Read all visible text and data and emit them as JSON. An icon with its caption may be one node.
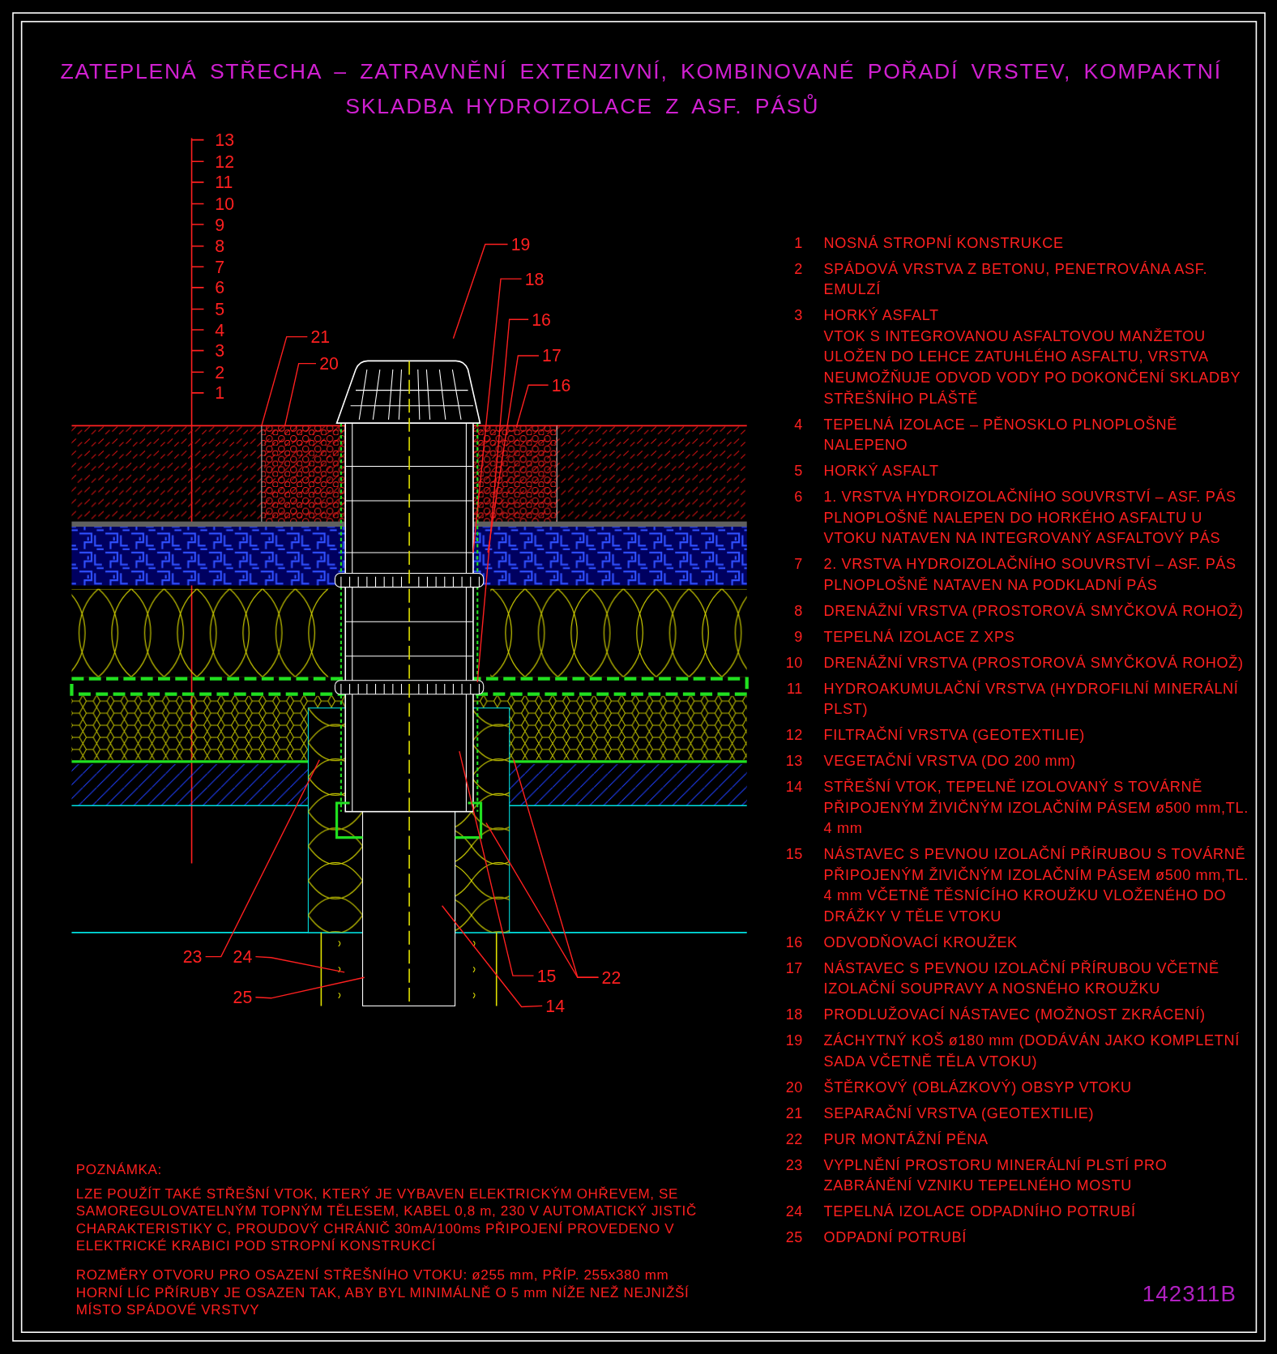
{
  "diagram": {
    "title": "ZATEPLENÁ STŘECHA – ZATRAVNĚNÍ EXTENZIVNÍ, KOMBINOVANÉ POŘADÍ VRSTEV, KOMPAKTNÍ SKLADBA HYDROIZOLACE Z ASF. PÁSŮ",
    "nodes": [
      {
        "text": [
          "19"
        ]
      },
      {
        "text": [
          "18"
        ]
      },
      {
        "text": [
          "16"
        ]
      },
      {
        "text": [
          "21"
        ]
      },
      {
        "text": [
          "17"
        ]
      },
      {
        "text": [
          "20"
        ]
      },
      {
        "text": [
          "16"
        ]
      },
      {
        "text": [
          "23"
        ]
      },
      {
        "text": [
          "24"
        ]
      },
      {
        "text": [
          "15"
        ]
      },
      {
        "text": [
          "22"
        ]
      },
      {
        "text": [
          "25"
        ]
      },
      {
        "text": [
          "14"
        ]
      }
    ],
    "edges": [
      {
        "from": 0,
        "to": null,
        "arrow": "none"
      },
      {
        "from": 1,
        "to": null,
        "arrow": "none"
      },
      {
        "from": 2,
        "to": null,
        "arrow": "none"
      },
      {
        "from": 3,
        "to": null,
        "arrow": "none"
      },
      {
        "from": 4,
        "to": null,
        "arrow": "none"
      },
      {
        "from": 5,
        "to": null,
        "arrow": "none"
      },
      {
        "from": 6,
        "to": null,
        "arrow": "none"
      },
      {
        "from": 7,
        "to": null,
        "arrow": "none"
      },
      {
        "from": 8,
        "to": null,
        "arrow": "none"
      },
      {
        "from": 9,
        "to": null,
        "arrow": "none"
      },
      {
        "from": 10,
        "to": null,
        "arrow": "none"
      },
      {
        "from": 10,
        "to": null,
        "arrow": "none"
      },
      {
        "from": 11,
        "to": null,
        "arrow": "none"
      },
      {
        "from": 12,
        "to": null,
        "arrow": "none"
      }
    ],
    "labels": [
      "13",
      "12",
      "11",
      "10",
      "9",
      "8",
      "7",
      "6",
      "5",
      "4",
      "3",
      "2",
      "1",
      "1",
      "NOSNÁ STROPNÍ KONSTRUKCE",
      "2",
      "SPÁDOVÁ VRSTVA Z BETONU, PENETROVÁNA ASF. EMULZÍ",
      "3",
      "HORKÝ ASFALT",
      "VTOK S INTEGROVANOU ASFALTOVOU MANŽETOU ULOŽEN DO LEHCE ZATUHLÉHO ASFALTU, VRSTVA NEUMOŽŇUJE ODVOD VODY PO DOKONČENÍ SKLADBY STŘEŠNÍHO PLÁŠTĚ",
      "4",
      "TEPELNÁ IZOLACE – PĚNOSKLO PLNOPLOŠNĚ NALEPENO",
      "5",
      "HORKÝ ASFALT",
      "6",
      "1. VRSTVA HYDROIZOLAČNÍHO SOUVRSTVÍ – ASF. PÁS PLNOPLOŠNĚ NALEPEN DO HORKÉHO ASFALTU U VTOKU NATAVEN NA INTEGROVANÝ ASFALTOVÝ PÁS",
      "7",
      "2. VRSTVA HYDROIZOLAČNÍHO SOUVRSTVÍ – ASF. PÁS PLNOPLOŠNĚ NATAVEN NA PODKLADNÍ PÁS",
      "8",
      "DRENÁŽNÍ VRSTVA (PROSTOROVÁ SMYČKOVÁ ROHOŽ)",
      "9",
      "TEPELNÁ IZOLACE Z XPS",
      "10",
      "DRENÁŽNÍ VRSTVA (PROSTOROVÁ SMYČKOVÁ ROHOŽ)",
      "11",
      "HYDROAKUMULAČNÍ VRSTVA (HYDROFILNÍ MINERÁLNÍ PLST)",
      "12",
      "FILTRAČNÍ VRSTVA (GEOTEXTILIE)",
      "13",
      "VEGETAČNÍ VRSTVA (DO 200 mm)",
      "14",
      "STŘEŠNÍ VTOK, TEPELNĚ IZOLOVANÝ S TOVÁRNĚ PŘIPOJENÝM ŽIVIČNÝM IZOLAČNÍM PÁSEM ø500 mm,TL. 4 mm",
      "15",
      "NÁSTAVEC S PEVNOU IZOLAČNÍ PŘÍRUBOU S TOVÁRNĚ PŘIPOJENÝM ŽIVIČNÝM IZOLAČNÍM PÁSEM ø500 mm,TL. 4 mm VČETNĚ TĚSNÍCÍHO KROUŽKU VLOŽENÉHO DO DRÁŽKY V TĚLE VTOKU",
      "16",
      "ODVODŇOVACÍ KROUŽEK",
      "17",
      "NÁSTAVEC S PEVNOU IZOLAČNÍ PŘÍRUBOU VČETNĚ IZOLAČNÍ SOUPRAVY A NOSNÉHO KROUŽKU",
      "18",
      "PRODLUŽOVACÍ NÁSTAVEC (MOŽNOST ZKRÁCENÍ)",
      "19",
      "ZÁCHYTNÝ KOŠ ø180 mm (DODÁVÁN JAKO KOMPLETNÍ SADA VČETNĚ TĚLA VTOKU)",
      "20",
      "ŠTĚRKOVÝ (OBLÁZKOVÝ) OBSYP VTOKU",
      "21",
      "SEPARAČNÍ VRSTVA (GEOTEXTILIE)",
      "22",
      "PUR MONTÁŽNÍ PĚNA",
      "23",
      "VYPLNĚNÍ PROSTORU MINERÁLNÍ PLSTÍ PRO ZABRÁNĚNÍ VZNIKU TEPELNÉHO MOSTU",
      "24",
      "TEPELNÁ IZOLACE ODPADNÍHO POTRUBÍ",
      "25",
      "ODPADNÍ POTRUBÍ",
      "POZNÁMKA:",
      "LZE POUŽÍT TAKÉ STŘEŠNÍ VTOK, KTERÝ JE VYBAVEN ELEKTRICKÝM OHŘEVEM, SE SAMOREGULOVATELNÝM TOPNÝM TĚLESEM, KABEL 0,8 m, 230 V AUTOMATICKÝ JISTIČ CHARAKTERISTIKY C, PROUDOVÝ CHRÁNIČ 30mA/100ms PŘIPOJENÍ PROVEDENO V ELEKTRICKÉ KRABICI POD STROPNÍ KONSTRUKCÍ",
      "ROZMĚRY OTVORU PRO OSAZENÍ STŘEŠNÍHO VTOKU: ø255 mm, PŘÍP. 255x380 mm HORNÍ LÍC PŘÍRUBY JE OSAZEN TAK, ABY BYL MINIMÁLNĚ O 5 mm NÍŽE NEŽ NEJNIŽŠÍ MÍSTO SPÁDOVÉ VRSTVY",
      "142311B"
    ]
  }
}
